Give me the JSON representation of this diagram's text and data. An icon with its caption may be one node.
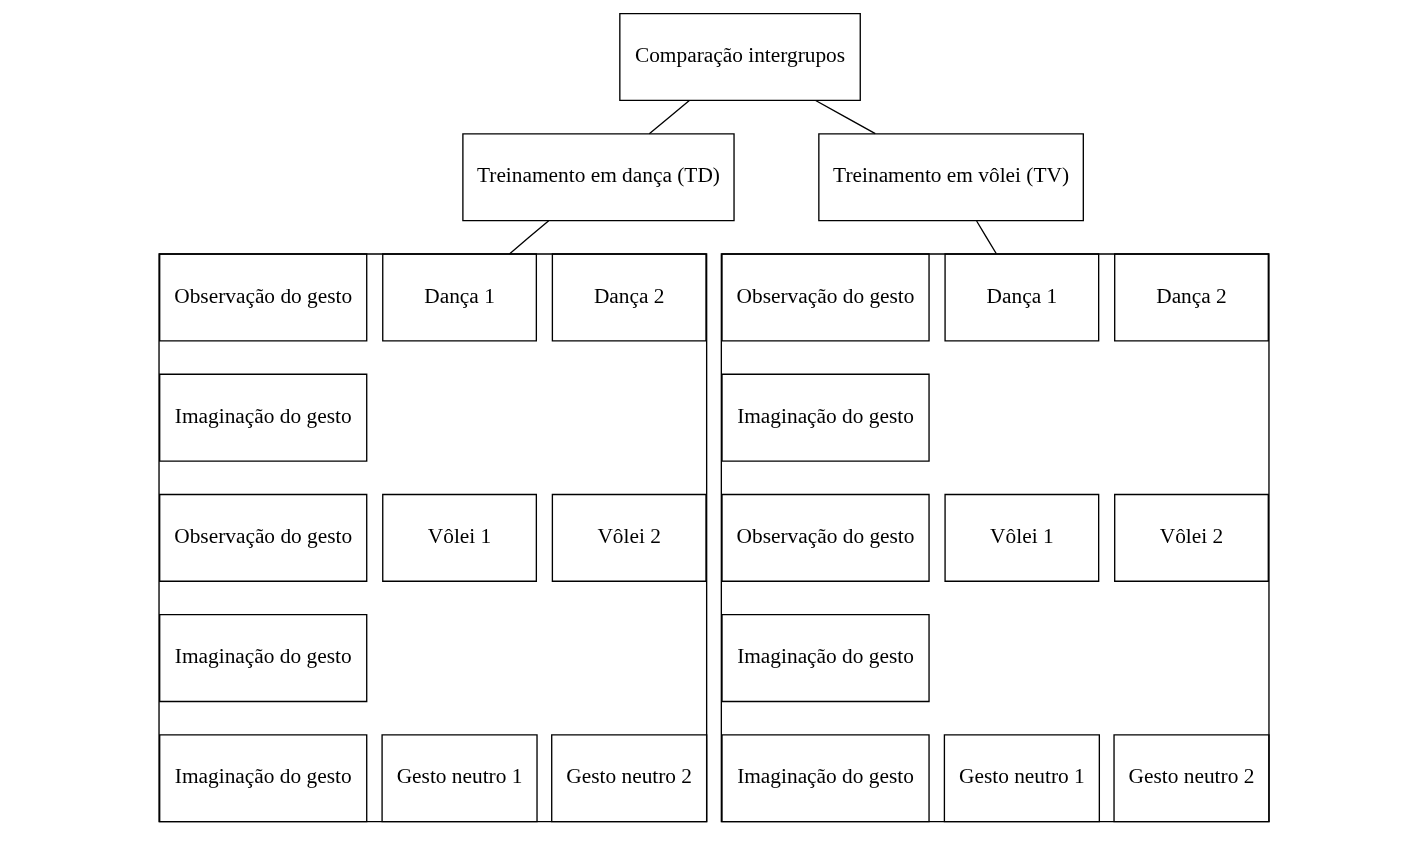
{
  "diagram": {
    "nodes": [
      {
        "text": [
          "Comparação intergrupos"
        ]
      },
      {
        "text": [
          "Treinamento em dança (TD)"
        ]
      },
      {
        "text": [
          "Treinamento em vôlei (TV)"
        ]
      },
      {
        "text": [],
        "shape": "box"
      },
      {
        "text": [
          "Observação do gesto"
        ],
        "in": 3
      },
      {
        "text": [
          "Dança 1"
        ],
        "in": 3
      },
      {
        "text": [
          "Dança 2"
        ],
        "in": 3
      },
      {
        "text": [
          "Imaginação do gesto"
        ],
        "in": 3
      },
      {
        "text": [
          "Observação do gesto"
        ],
        "in": 3
      },
      {
        "text": [
          "Vôlei 1"
        ],
        "in": 3
      },
      {
        "text": [
          "Vôlei 2"
        ],
        "in": 3
      },
      {
        "text": [
          "Imaginação do gesto"
        ],
        "in": 3
      },
      {
        "text": [
          "Imaginação do gesto"
        ],
        "in": 3
      },
      {
        "text": [
          "Gesto neutro 1"
        ],
        "in": 3
      },
      {
        "text": [
          "Gesto neutro 2"
        ],
        "in": 3
      },
      {
        "text": [],
        "shape": "box"
      },
      {
        "text": [
          "Observação do gesto"
        ],
        "in": 15
      },
      {
        "text": [
          "Dança 1"
        ],
        "in": 15
      },
      {
        "text": [
          "Dança 2"
        ],
        "in": 15
      },
      {
        "text": [
          "Imaginação do gesto"
        ],
        "in": 15
      },
      {
        "text": [
          "Observação do gesto"
        ],
        "in": 15
      },
      {
        "text": [
          "Vôlei 1"
        ],
        "in": 15
      },
      {
        "text": [
          "Vôlei 2"
        ],
        "in": 15
      },
      {
        "text": [
          "Imaginação do gesto"
        ],
        "in": 15
      },
      {
        "text": [
          "Imaginação do gesto"
        ],
        "in": 15
      },
      {
        "text": [
          "Gesto neutro 1"
        ],
        "in": 15
      },
      {
        "text": [
          "Gesto neutro 2"
        ],
        "in": 15
      }
    ],
    "edges": [
      {
        "from": 0,
        "to": 1,
        "arrow": "none"
      },
      {
        "from": 0,
        "to": 2,
        "arrow": "none"
      },
      {
        "from": 1,
        "to": 3,
        "arrow": "none"
      },
      {
        "from": 2,
        "to": 15,
        "arrow": "none"
      }
    ]
  }
}
